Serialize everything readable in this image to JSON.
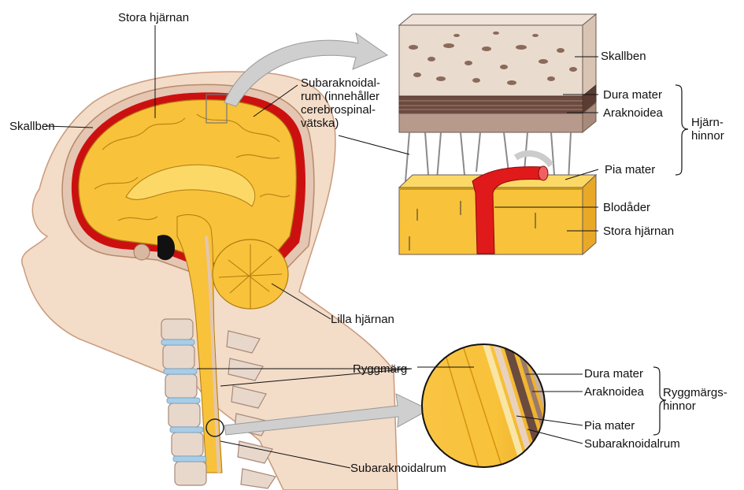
{
  "labels": {
    "stora_hjarnan_top": "Stora hjärnan",
    "skallben_left": "Skallben",
    "subarachnoid_brain": "Subaraknoidal-\nrum (innehåller\ncerebrospinal-\nvätska)",
    "lilla_hjarnan": "Lilla hjärnan",
    "ryggmarg": "Ryggmärg",
    "subaraknoidalrum_bottom": "Subaraknoidalrum"
  },
  "brain_inset": {
    "skallben": "Skallben",
    "dura_mater": "Dura mater",
    "araknoidea": "Araknoidea",
    "pia_mater": "Pia mater",
    "blodader": "Blodåder",
    "stora_hjarnan": "Stora hjärnan",
    "group_label": "Hjärn-\nhinnor"
  },
  "spine_inset": {
    "dura_mater": "Dura mater",
    "araknoidea": "Araknoidea",
    "pia_mater": "Pia mater",
    "subaraknoidalrum": "Subaraknoidalrum",
    "group_label": "Ryggmärgs-\nhinnor"
  },
  "colors": {
    "skin": "#f3dcc8",
    "skin_dark": "#e2b898",
    "brain": "#f8c23a",
    "brain_light": "#fcd966",
    "dura": "#cc1010",
    "bone": "#e8d8cc",
    "disc": "#a9cde6",
    "bone_inset": "#eadbcf",
    "dura_inset": "#6b4a3f"
  }
}
